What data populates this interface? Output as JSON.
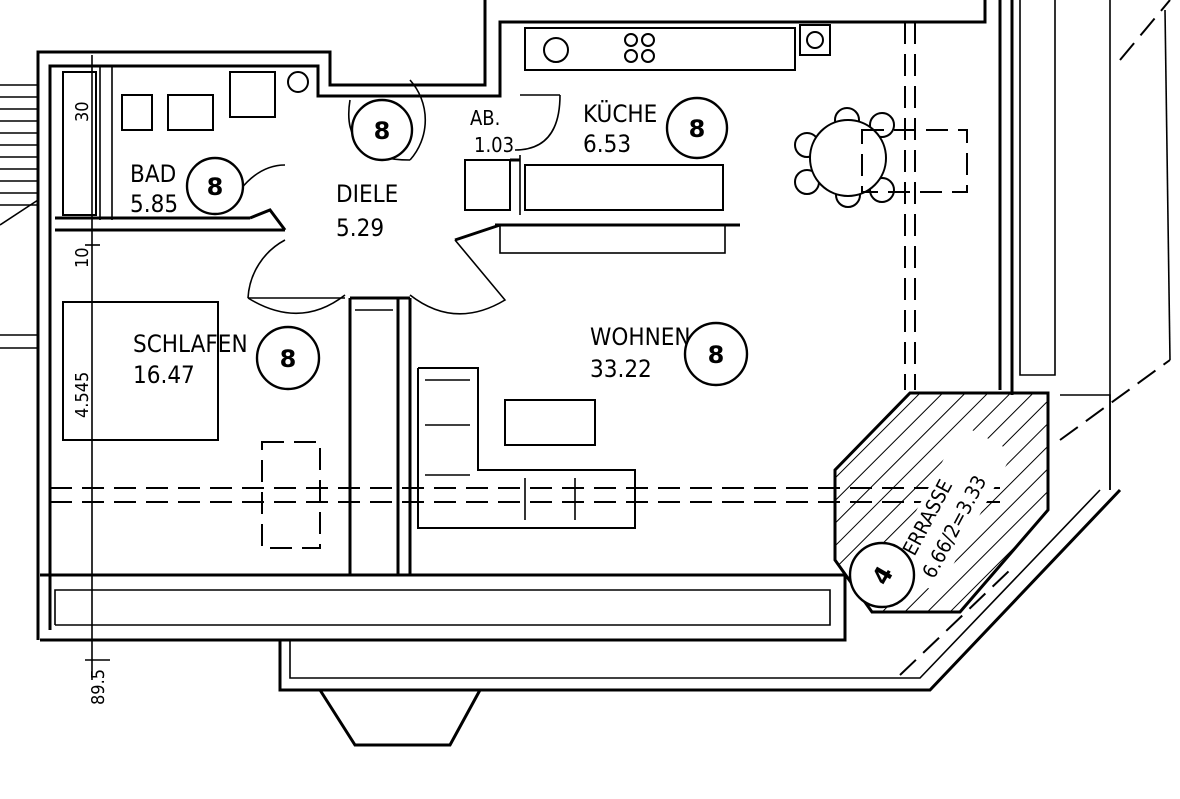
{
  "rooms": {
    "bad": {
      "name": "BAD",
      "area": "5.85",
      "badge": "8"
    },
    "diele": {
      "name": "DIELE",
      "area": "5.29",
      "badge": "8"
    },
    "ab": {
      "name": "AB.",
      "area": "1.03"
    },
    "kueche": {
      "name": "KÜCHE",
      "area": "6.53",
      "badge": "8"
    },
    "schlafen": {
      "name": "SCHLAFEN",
      "area": "16.47",
      "badge": "8"
    },
    "wohnen": {
      "name": "WOHNEN",
      "area": "33.22",
      "badge": "8"
    },
    "terrasse": {
      "name": "TERRASSE",
      "area": "6.66/2=3.33",
      "badge": "4"
    }
  },
  "dimensions": {
    "d30": "30",
    "d10": "10",
    "d4545": "4.545",
    "d895": "89.5"
  }
}
